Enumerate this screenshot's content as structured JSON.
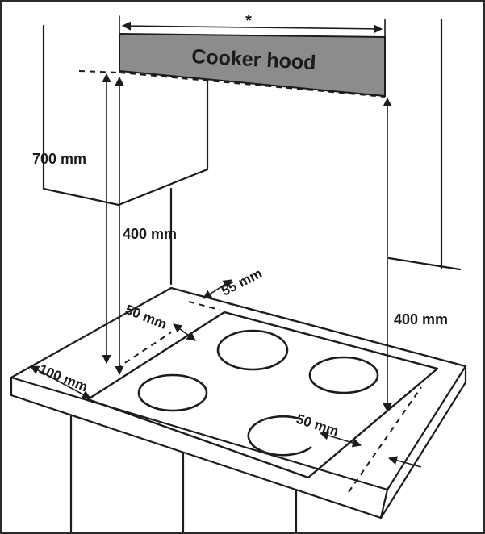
{
  "diagram": {
    "hood_label": "Cooker hood",
    "width_marker": "*",
    "dim_700": "700 mm",
    "dim_400_left": "400 mm",
    "dim_400_right": "400 mm",
    "dim_55": "55 mm",
    "dim_50_left": "50 mm",
    "dim_100": "100 mm",
    "dim_50_right": "50 mm"
  },
  "colors": {
    "hood_fill": "#8c8c8c",
    "line": "#1c1c1c"
  }
}
